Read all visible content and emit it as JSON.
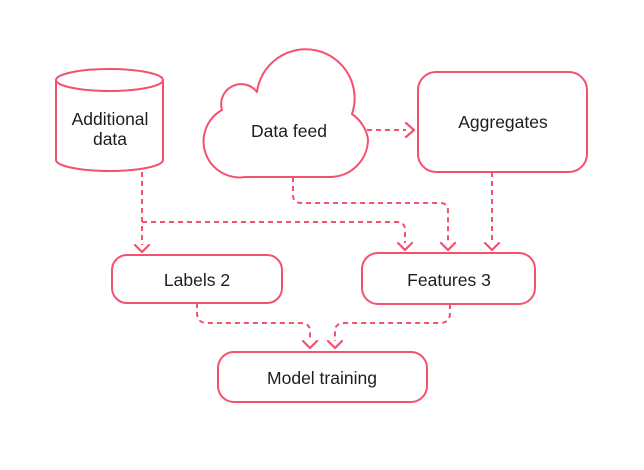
{
  "diagram": {
    "colors": {
      "accent": "#F4516F",
      "text": "#1D1D1B",
      "background": "#FFFFFF"
    },
    "nodes": {
      "additional_data": {
        "label": "Additional data",
        "lines": [
          "Additional",
          "data"
        ],
        "shape": "cylinder"
      },
      "data_feed": {
        "label": "Data feed",
        "shape": "cloud"
      },
      "aggregates": {
        "label": "Aggregates",
        "shape": "rounded-rect"
      },
      "labels": {
        "label": "Labels 2",
        "shape": "rounded-rect"
      },
      "features": {
        "label": "Features 3",
        "shape": "rounded-rect"
      },
      "model_training": {
        "label": "Model training",
        "shape": "rounded-rect"
      }
    },
    "edges": [
      {
        "from": "data_feed",
        "to": "aggregates",
        "style": "dashed-arrow"
      },
      {
        "from": "additional_data",
        "to": "labels",
        "style": "dashed-arrow"
      },
      {
        "from": "additional_data",
        "to": "features",
        "style": "dashed-arrow"
      },
      {
        "from": "data_feed",
        "to": "features",
        "style": "dashed-arrow"
      },
      {
        "from": "aggregates",
        "to": "features",
        "style": "dashed-arrow"
      },
      {
        "from": "labels",
        "to": "model_training",
        "style": "dashed-arrow"
      },
      {
        "from": "features",
        "to": "model_training",
        "style": "dashed-arrow"
      }
    ]
  }
}
